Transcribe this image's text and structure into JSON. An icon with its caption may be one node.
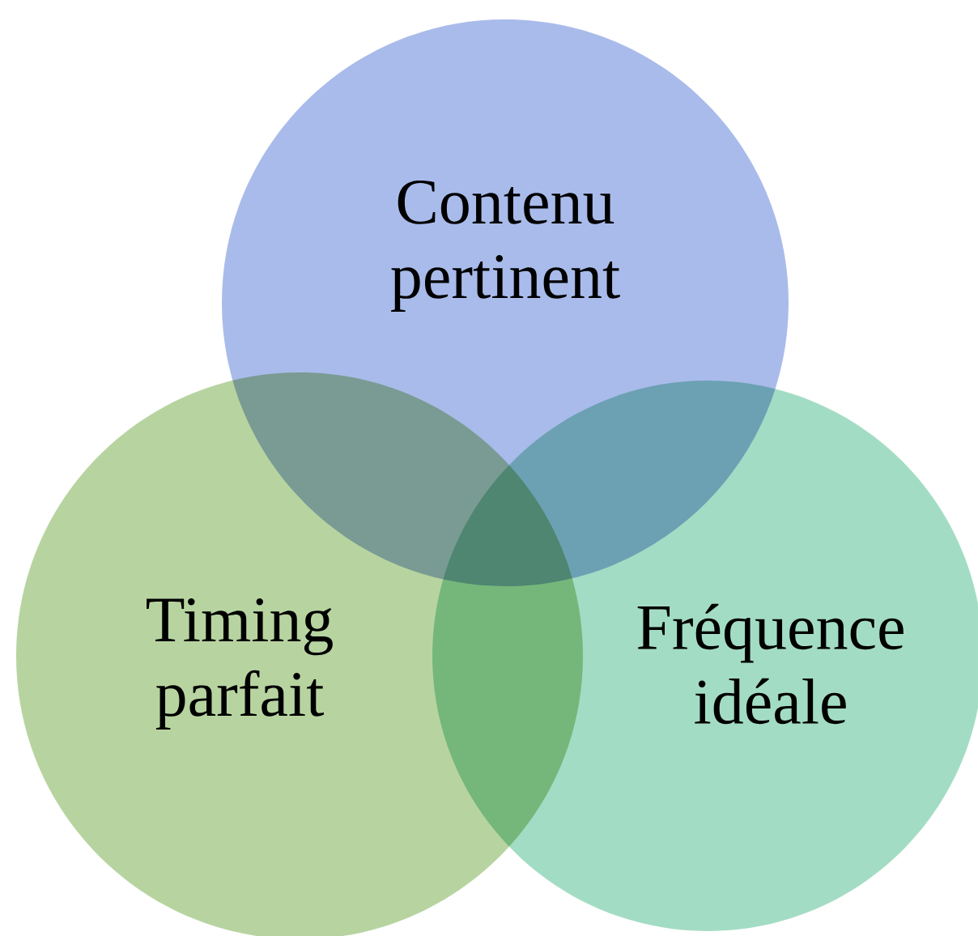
{
  "diagram": {
    "nodes": [
      {
        "text": [
          "Contenu pertinent"
        ]
      },
      {
        "text": [
          "Timing parfait"
        ]
      },
      {
        "text": [
          "Fréquence idéale"
        ]
      }
    ]
  }
}
